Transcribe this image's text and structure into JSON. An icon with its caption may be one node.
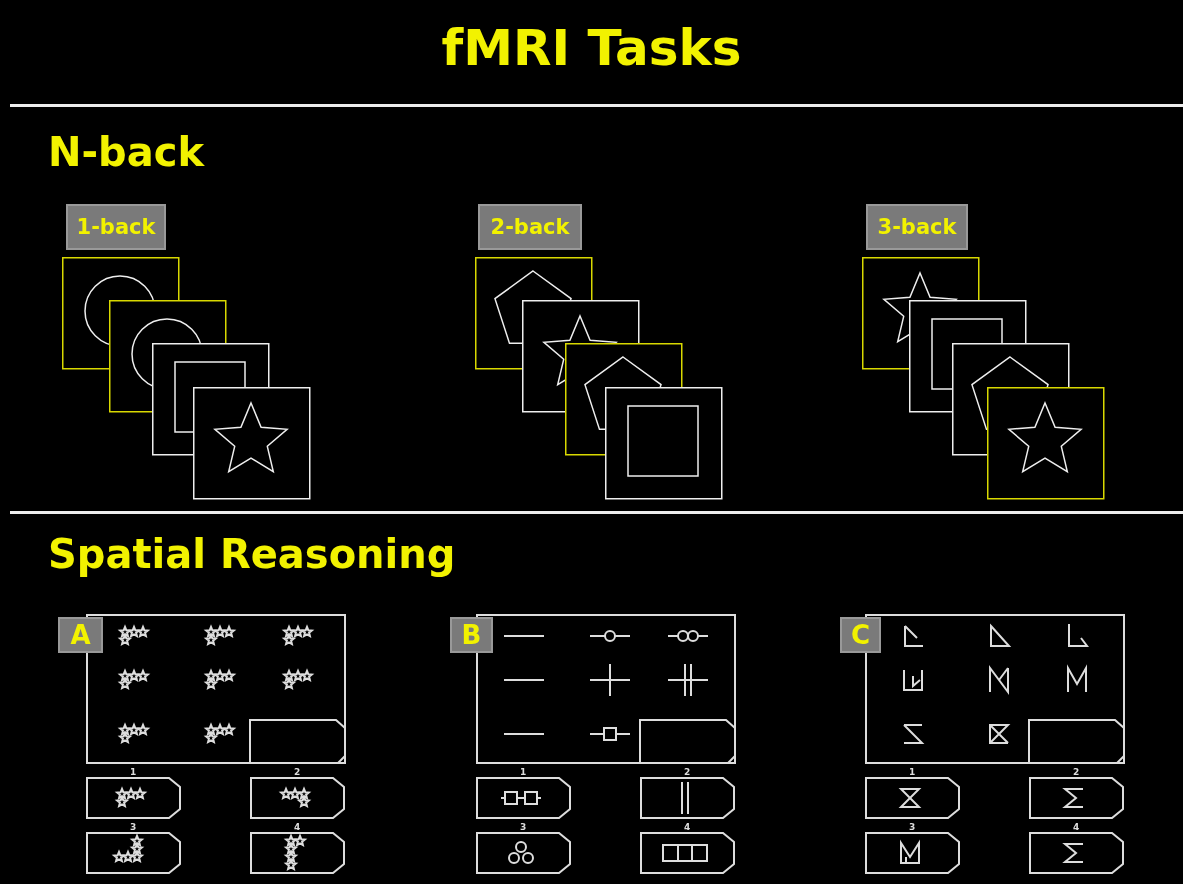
{
  "diagram": {
    "title": "fMRI Tasks",
    "nodes": [
      {
        "text": [
          "1-back"
        ]
      },
      {
        "text": [
          "2-back"
        ]
      },
      {
        "text": [
          "3-back"
        ]
      },
      {
        "text": [
          "A"
        ]
      },
      {
        "text": [
          "B"
        ]
      },
      {
        "text": [
          "C"
        ]
      }
    ],
    "labels": [
      "N-back",
      "Spatial Reasoning",
      "1",
      "2",
      "3",
      "4",
      "1",
      "2",
      "3",
      "4",
      "1",
      "2",
      "3",
      "4"
    ]
  }
}
